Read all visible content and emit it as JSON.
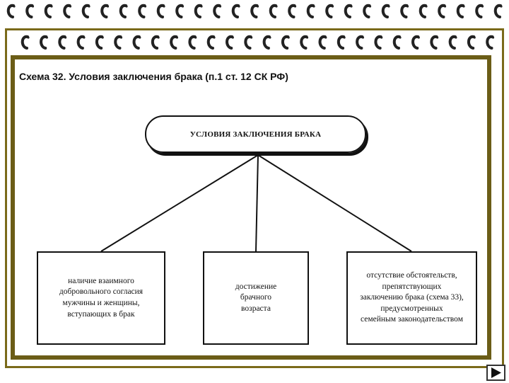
{
  "slide": {
    "title": "Схема 32. Условия заключения брака (п.1 ст.  12 СК РФ)"
  },
  "diagram": {
    "root": "УСЛОВИЯ ЗАКЛЮЧЕНИЯ БРАКА",
    "children": [
      "наличие взаимного\nдобровольного согласия\nмужчины и женщины,\nвступающих в брак",
      "достижение\nбрачного\nвозраста",
      "отсутствие обстоятельств,\nпрепятствующих\nзаключению брака (схема 33),\nпредусмотренных\nсемейным законодательством"
    ]
  },
  "colors": {
    "frame": "#6b5d17",
    "rings": "#222222"
  },
  "icons": {
    "binder_rings": "notebook-ring-icon",
    "next": "play-triangle-icon"
  }
}
